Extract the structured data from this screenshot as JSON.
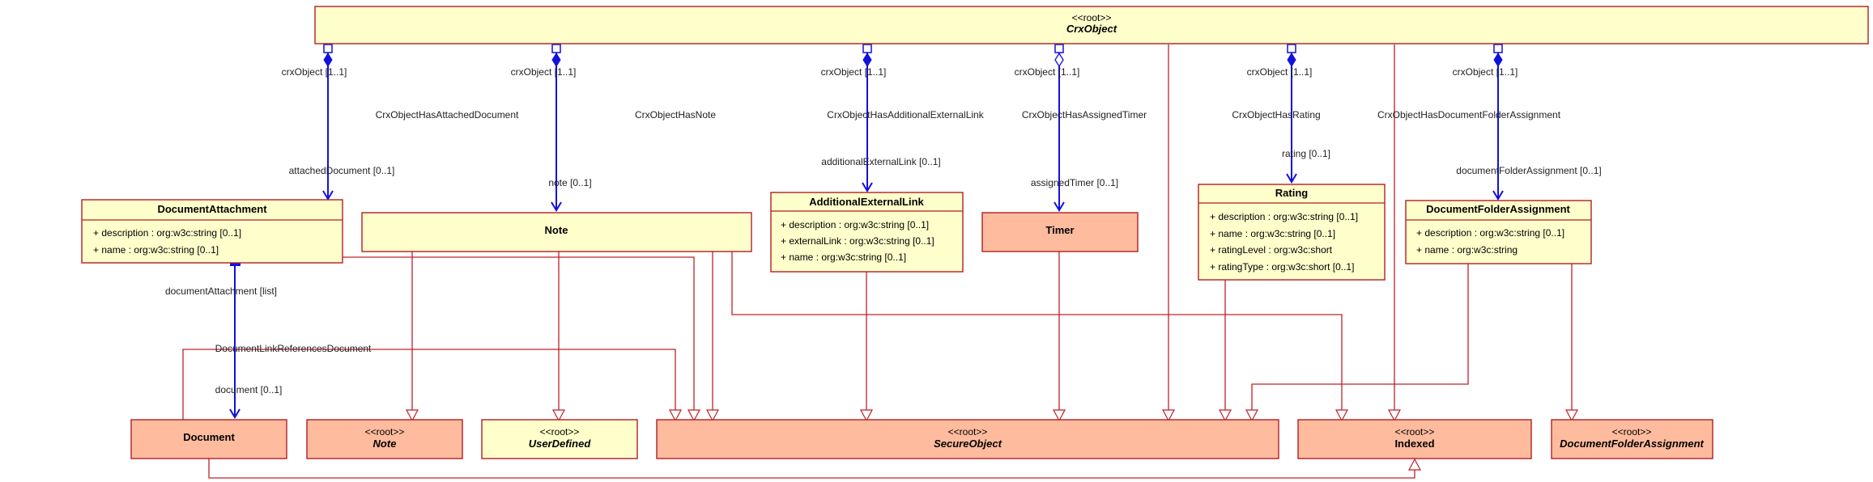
{
  "colors": {
    "class_fill_yellow": "#ffffcc",
    "class_fill_salmon": "#ffbb9e",
    "border": "#b01e24",
    "association": "#1111dd",
    "generalization": "#c0202a"
  },
  "classes": {
    "crx_object": {
      "stereotype": "<<root>>",
      "name": "CrxObject"
    },
    "document_attachment": {
      "name": "DocumentAttachment",
      "attributes": [
        "+ description : org:w3c:string [0..1]",
        "+ name : org:w3c:string [0..1]"
      ]
    },
    "note_class": {
      "name": "Note"
    },
    "additional_external_link": {
      "name": "AdditionalExternalLink",
      "attributes": [
        "+ description : org:w3c:string [0..1]",
        "+ externalLink : org:w3c:string [0..1]",
        "+ name : org:w3c:string [0..1]"
      ]
    },
    "timer": {
      "name": "Timer"
    },
    "rating": {
      "name": "Rating",
      "attributes": [
        "+ description : org:w3c:string [0..1]",
        "+ name : org:w3c:string [0..1]",
        "+ ratingLevel : org:w3c:short",
        "+ ratingType : org:w3c:short [0..1]"
      ]
    },
    "document_folder_assignment": {
      "name": "DocumentFolderAssignment",
      "attributes": [
        "+ description : org:w3c:string [0..1]",
        "+ name : org:w3c:string"
      ]
    },
    "document": {
      "name": "Document"
    },
    "root_note": {
      "stereotype": "<<root>>",
      "name": "Note"
    },
    "user_defined": {
      "stereotype": "<<root>>",
      "name": "UserDefined"
    },
    "secure_object": {
      "stereotype": "<<root>>",
      "name": "SecureObject"
    },
    "indexed": {
      "stereotype": "<<root>>",
      "name": "Indexed"
    },
    "root_document_folder_assignment": {
      "stereotype": "<<root>>",
      "name": "DocumentFolderAssignment"
    }
  },
  "associations": {
    "attached_document": {
      "name": "CrxObjectHasAttachedDocument",
      "source_role": "crxObject [1..1]",
      "target_role": "attachedDocument [0..1]"
    },
    "note": {
      "name": "CrxObjectHasNote",
      "source_role": "crxObject [1..1]",
      "target_role": "note [0..1]"
    },
    "additional_external_link": {
      "name": "CrxObjectHasAdditionalExternalLink",
      "source_role": "crxObject [1..1]",
      "target_role": "additionalExternalLink [0..1]"
    },
    "assigned_timer": {
      "name": "CrxObjectHasAssignedTimer",
      "source_role": "crxObject [1..1]",
      "target_role": "assignedTimer [0..1]"
    },
    "rating": {
      "name": "CrxObjectHasRating",
      "source_role": "crxObject [1..1]",
      "target_role": "rating [0..1]"
    },
    "document_folder_assignment": {
      "name": "CrxObjectHasDocumentFolderAssignment",
      "source_role": "crxObject [1..1]",
      "target_role": "documentFolderAssignment [0..1]"
    },
    "document_link": {
      "name": "DocumentLinkReferencesDocument",
      "source_role": "documentAttachment [list]",
      "target_role": "document [0..1]"
    }
  }
}
